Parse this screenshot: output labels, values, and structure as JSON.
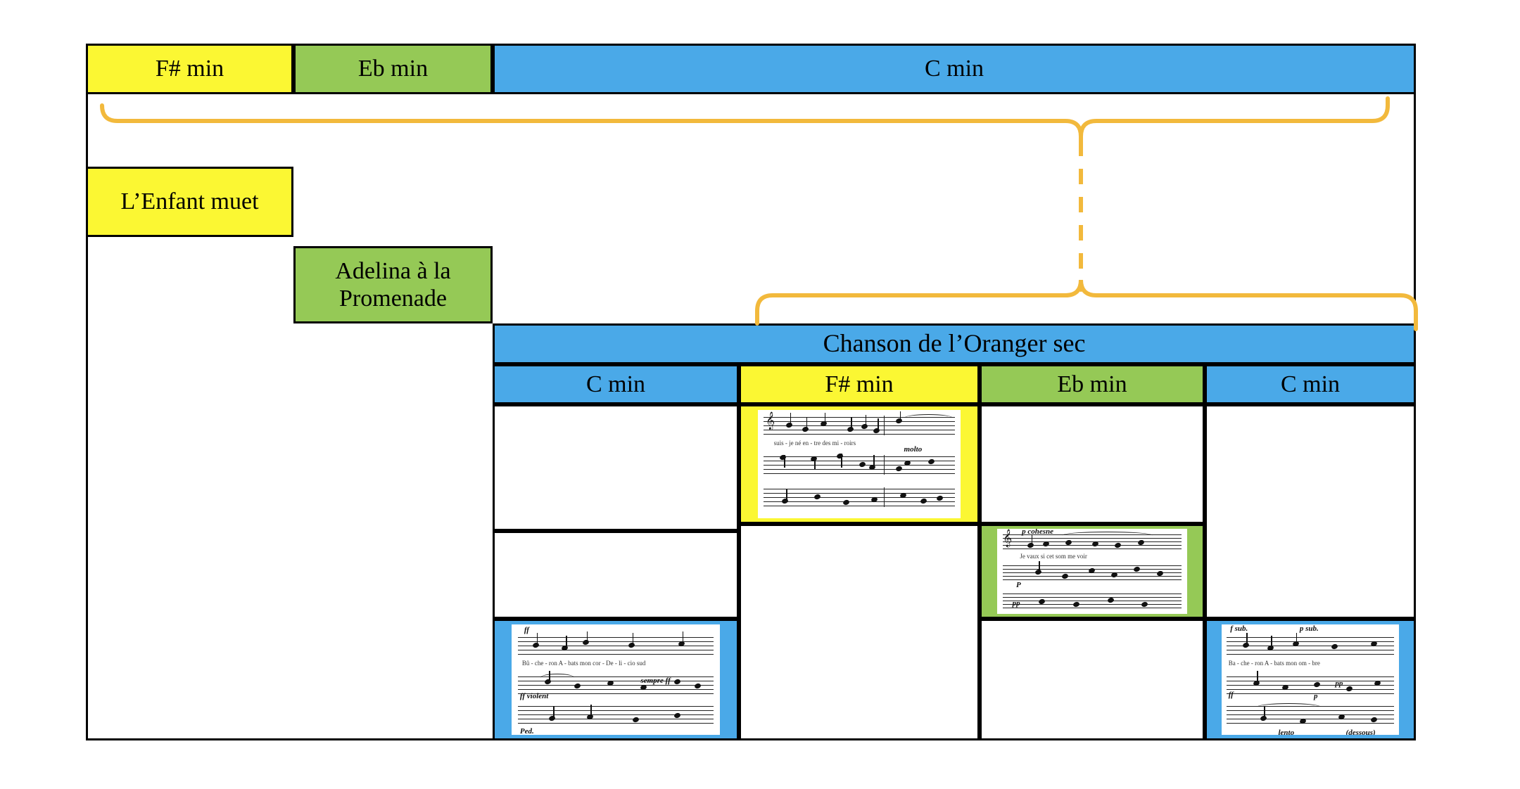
{
  "diagram": {
    "title_hidden": "",
    "colors": {
      "yellow": "#fbf733",
      "green": "#95c956",
      "blue": "#4aa9e8",
      "bracket": "#f2b93c",
      "border": "#000000",
      "background": "#ffffff"
    },
    "key_row": [
      {
        "label": "F# min",
        "color": "yellow"
      },
      {
        "label": "Eb min",
        "color": "green"
      },
      {
        "label": "C min",
        "color": "blue"
      }
    ],
    "movements": [
      {
        "label": "L’Enfant muet",
        "color": "yellow"
      },
      {
        "label": "Adelina à la Promenade",
        "color": "green"
      }
    ],
    "section": {
      "label": "Chanson de l’Oranger sec",
      "color": "blue",
      "key_columns": [
        {
          "label": "C min",
          "color": "blue"
        },
        {
          "label": "F# min",
          "color": "yellow"
        },
        {
          "label": "Eb min",
          "color": "green"
        },
        {
          "label": "C min",
          "color": "blue"
        }
      ]
    },
    "score_excerpts": [
      {
        "column": "F# min",
        "row": 1,
        "color": "yellow",
        "lyrics": [
          "suis - je  né   en - tre des  mi  -  roirs"
        ],
        "marks": [
          "molto"
        ]
      },
      {
        "column": "Eb min",
        "row": 2,
        "color": "green",
        "lyrics": [
          "Je  vaux  si     cet   som  me  voir"
        ],
        "marks": [
          "p cohesne",
          "P",
          "pp"
        ]
      },
      {
        "column": "C min (1)",
        "row": 3,
        "color": "blue",
        "lyrics": [
          "Bû - che - ron      A - bats mon cor  -  De  -  li - cio sud"
        ],
        "marks": [
          "ff",
          "ff violent",
          "sempre ff",
          "Ped."
        ]
      },
      {
        "column": "C min (2)",
        "row": 3,
        "color": "blue",
        "lyrics": [
          "Ba - che - ron        A -  bats mon om  -  bre"
        ],
        "marks": [
          "f sub.",
          "p sub.",
          "ff",
          "pp",
          "p",
          "lento",
          "(dessous)"
        ]
      }
    ],
    "connectors": [
      {
        "name": "c-min-to-chanson",
        "style": "dashed-vertical",
        "color": "#f2b93c"
      }
    ]
  }
}
